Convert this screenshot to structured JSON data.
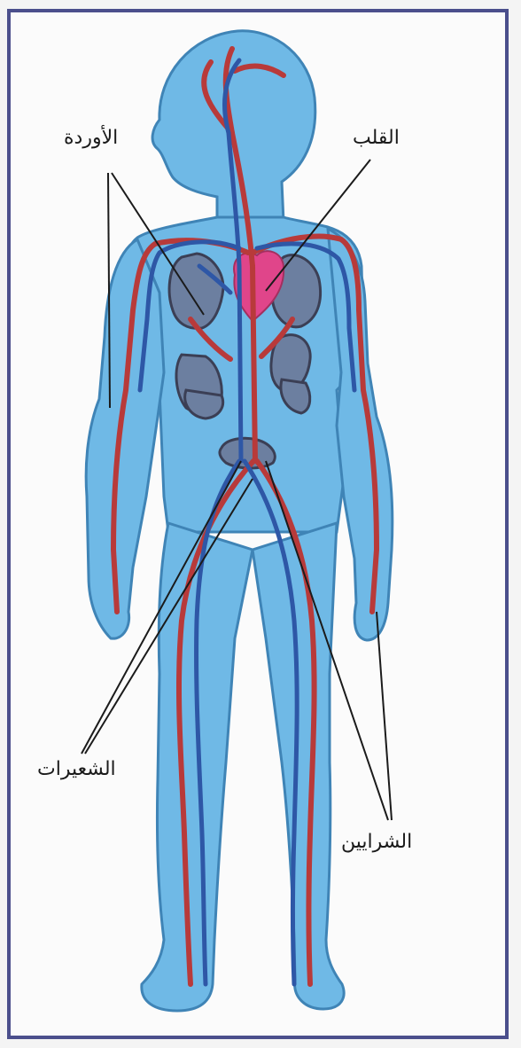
{
  "labels": {
    "veins": "الأوردة",
    "heart": "القلب",
    "capillaries": "الشعيرات",
    "arteries": "الشرايين"
  },
  "colors": {
    "frame": "#4b4f8c",
    "body_fill": "#6fb9e6",
    "body_outline": "#3f84b6",
    "artery": "#b83a3a",
    "vein": "#2e57a6",
    "heart": "#e0458a",
    "organ": "#555a6a"
  }
}
